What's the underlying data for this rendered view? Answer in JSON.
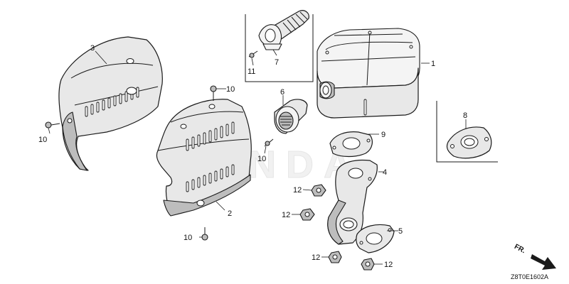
{
  "callouts": {
    "c1": "1",
    "c2": "2",
    "c3": "3",
    "c4": "4",
    "c5": "5",
    "c6": "6",
    "c7": "7",
    "c8": "8",
    "c9": "9",
    "c10a": "10",
    "c10b": "10",
    "c10c": "10",
    "c10d": "10",
    "c11": "11",
    "c12a": "12",
    "c12b": "12",
    "c12c": "12",
    "c12d": "12"
  },
  "direction_label": "FR.",
  "diagram_code": "Z8T0E1602A",
  "watermark": "HONDA",
  "colors": {
    "line": "#1a1a1a",
    "fill": "#e8e8e8",
    "shadow": "#bdbdbd",
    "background": "#ffffff"
  }
}
